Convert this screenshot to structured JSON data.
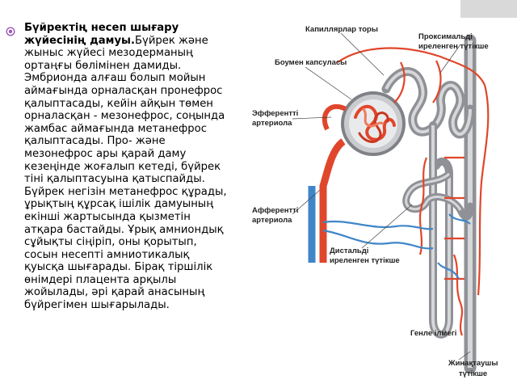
{
  "text": {
    "heading": "Бүйректің несеп шығару жүйесінің дамуы.",
    "body": "Бүйрек және жыныс жүйесі мезодерманың ортаңғы бөлімінен дамиды. Эмбрионда алғаш болып мойын аймағында орналасқан пронефрос қалыптасады, кейін айқын төмен орналасқан - мезонефрос, соңында жамбас аймағында метанефрос қалыптасады. Про- және мезонефрос ары қарай даму кезеңінде жоғалып кетеді, бүйрек тіні қалыптасуына қатыспайды. Бүйрек негізін метанефрос құрады, ұрықтың құрсақ ішілік дамуының екінші жартысында қызметін атқара бастайды. Ұрық амниондық сұйықты сіңіріп, оны қорытып, сосын несепті амниотикалық қуысқа шығарады. Бірақ тіршілік өнімдері плацента арқылы жойылады, әрі қарай анасының бүйрегімен шығарылады."
  },
  "diagram": {
    "labels": {
      "capillary": "Капиллярлар торы",
      "proximal_1": "Проксимальді",
      "proximal_2": "иреленген түтікше",
      "bowman": "Боумен капсуласы",
      "efferent_1": "Эфферентті",
      "efferent_2": "артериола",
      "afferent_1": "Афферентті",
      "afferent_2": "артериола",
      "distal_1": "Дистальді",
      "distal_2": "иреленген түтікше",
      "henle": "Генле ілмегі",
      "collecting_1": "Жинақтаушы",
      "collecting_2": "түтікше"
    }
  },
  "colors": {
    "accent": "#9b59b6",
    "tubule": "#8f9196",
    "tubule_light": "#cfd1d4",
    "artery": "#e0462b",
    "vein": "#3f86c9"
  }
}
